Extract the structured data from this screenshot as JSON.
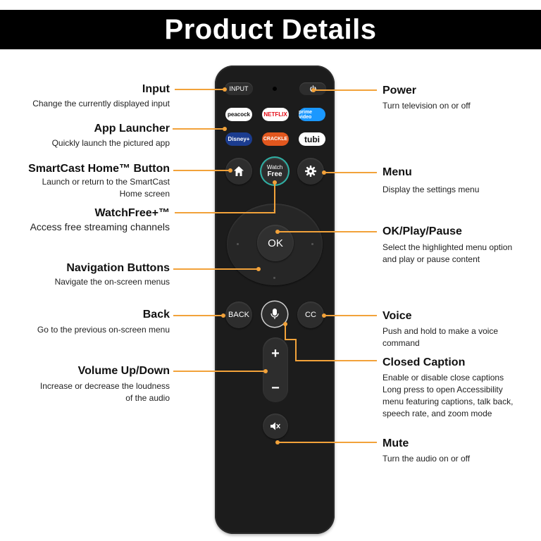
{
  "banner": {
    "title": "Product Details"
  },
  "remote": {
    "input_label": "INPUT",
    "apps": [
      "peacock",
      "NETFLIX",
      "prime video",
      "Disney+",
      "CRACKLE",
      "tubi"
    ],
    "watchfree_line1": "Watch",
    "watchfree_line2": "Free",
    "ok_label": "OK",
    "back_label": "BACK",
    "cc_label": "CC",
    "plus_label": "+",
    "minus_label": "−"
  },
  "annotations": {
    "input": {
      "title": "Input",
      "desc": "Change the currently displayed input"
    },
    "app_launcher": {
      "title": "App Launcher",
      "desc": "Quickly launch the pictured app"
    },
    "home": {
      "title": "SmartCast Home™ Button",
      "desc1": "Launch or return to the SmartCast",
      "desc2": "Home screen"
    },
    "watchfree": {
      "title": "WatchFree+™",
      "desc": "Access free streaming channels"
    },
    "navigation": {
      "title": "Navigation Buttons",
      "desc": "Navigate the on-screen menus"
    },
    "back": {
      "title": "Back",
      "desc": "Go to the previous on-screen menu"
    },
    "volume": {
      "title": "Volume Up/Down",
      "desc1": "Increase or decrease the loudness",
      "desc2": "of the audio"
    },
    "power": {
      "title": "Power",
      "desc": "Turn television on or off"
    },
    "menu": {
      "title": "Menu",
      "desc": "Display the settings menu"
    },
    "ok": {
      "title": "OK/Play/Pause",
      "desc1": "Select the highlighted menu option",
      "desc2": "and play or pause content"
    },
    "voice": {
      "title": "Voice",
      "desc1": "Push and hold to make a voice",
      "desc2": "command"
    },
    "cc": {
      "title": "Closed Caption",
      "desc1": "Enable or disable close captions",
      "desc2": "Long press to open Accessibility",
      "desc3": "menu featuring captions, talk back,",
      "desc4": "speech rate, and zoom mode"
    },
    "mute": {
      "title": "Mute",
      "desc": "Turn the audio on or off"
    }
  },
  "colors": {
    "leader": "#f2a23a",
    "remote_body": "#1c1c1c",
    "banner": "#000000"
  }
}
